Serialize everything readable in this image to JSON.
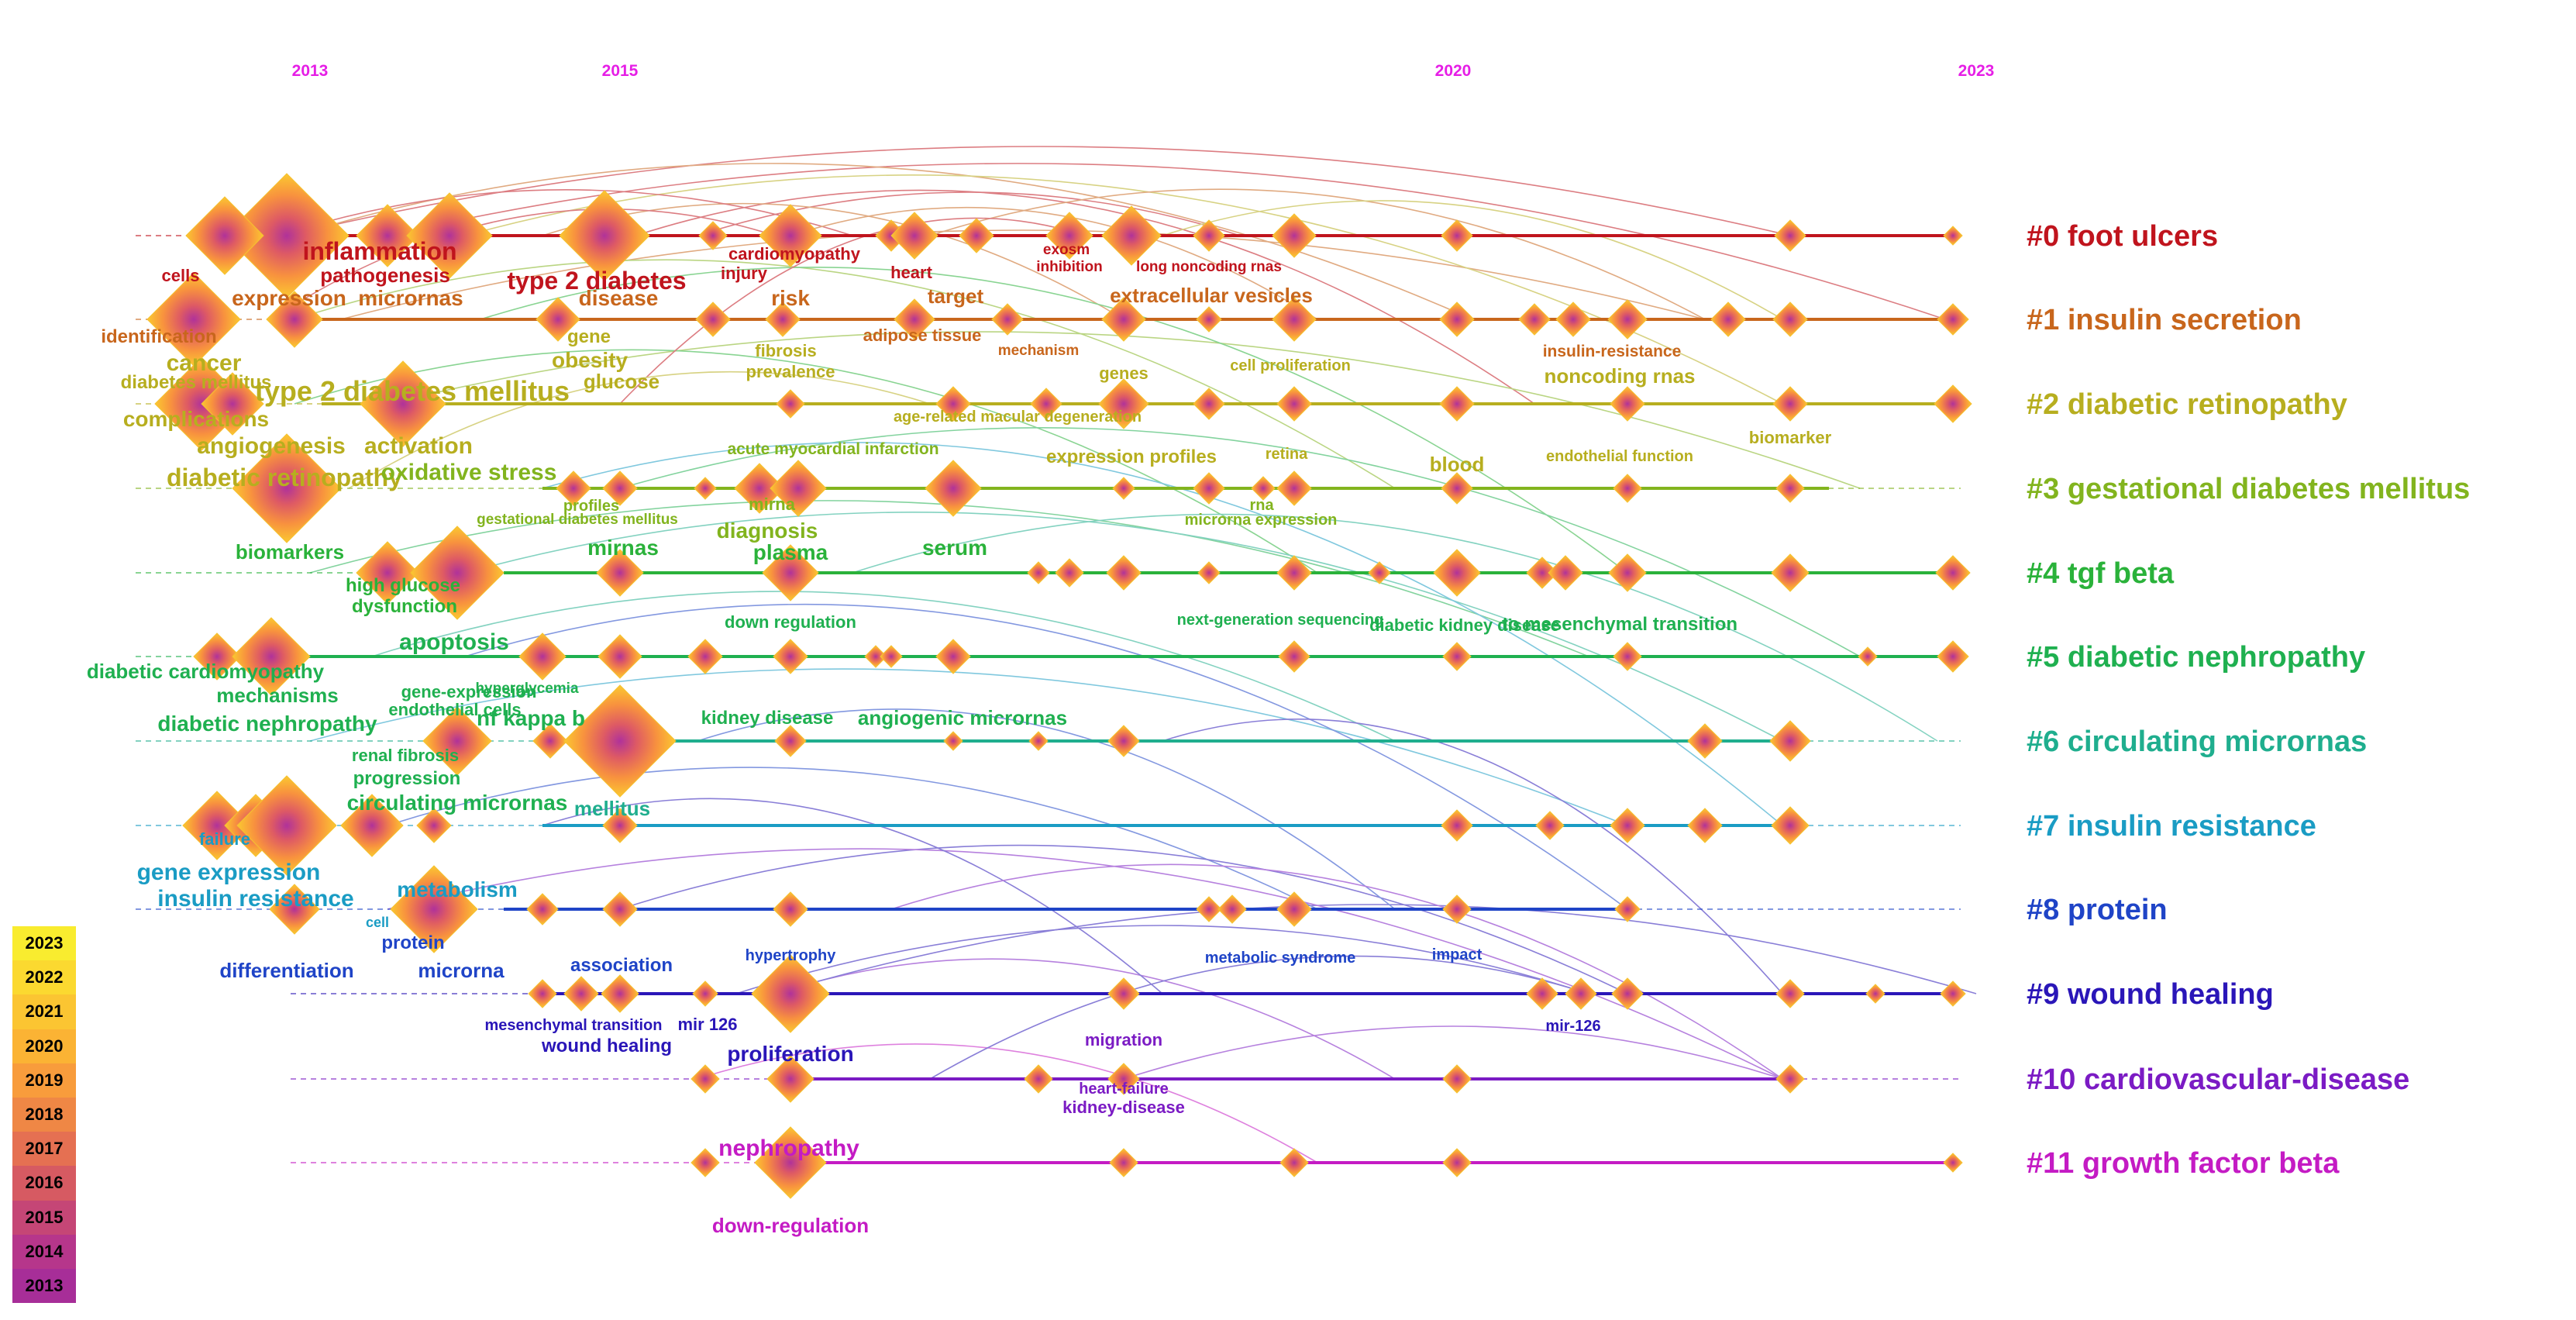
{
  "years_axis": [
    "2013",
    "2015",
    "2020",
    "2023"
  ],
  "clusters": [
    {
      "label": "#0 foot ulcers",
      "color": "#c0141d"
    },
    {
      "label": "#1 insulin secretion",
      "color": "#c8661c"
    },
    {
      "label": "#2 diabetic retinopathy",
      "color": "#b7ae1f"
    },
    {
      "label": "#3 gestational diabetes mellitus",
      "color": "#82b41e"
    },
    {
      "label": "#4 tgf beta",
      "color": "#2ab23a"
    },
    {
      "label": "#5 diabetic nephropathy",
      "color": "#1fb050"
    },
    {
      "label": "#6 circulating micrornas",
      "color": "#1fae8e"
    },
    {
      "label": "#7 insulin resistance",
      "color": "#1a9cc4"
    },
    {
      "label": "#8 protein",
      "color": "#1f44c7"
    },
    {
      "label": "#9 wound healing",
      "color": "#2a16b8"
    },
    {
      "label": "#10 cardiovascular-disease",
      "color": "#7b1bc4"
    },
    {
      "label": "#11 growth factor beta",
      "color": "#c41bc4"
    }
  ],
  "keywords": [
    "cells",
    "inflammation",
    "pathogenesis",
    "injury",
    "cardiomyopathy",
    "heart",
    "exosm",
    "inhibition",
    "long noncoding rnas",
    "expression",
    "micrornas",
    "type 2 diabetes",
    "disease",
    "risk",
    "target",
    "extracellular vesicles",
    "identification",
    "gene",
    "adipose tissue",
    "mechanism",
    "insulin-resistance",
    "obesity",
    "fibrosis",
    "cell proliferation",
    "cancer",
    "diabetes mellitus",
    "glucose",
    "prevalence",
    "genes",
    "noncoding rnas",
    "type 2 diabetes mellitus",
    "complications",
    "age-related macular degeneration",
    "biomarker",
    "angiogenesis",
    "activation",
    "acute myocardial infarction",
    "expression profiles",
    "retina",
    "blood",
    "endothelial function",
    "diabetic retinopathy",
    "oxidative stress",
    "profiles",
    "mirna",
    "rna",
    "gestational diabetes mellitus",
    "microrna expression",
    "diagnosis",
    "biomarkers",
    "mirnas",
    "plasma",
    "serum",
    "high glucose",
    "dysfunction",
    "down regulation",
    "next-generation sequencing",
    "diabetic kidney disease",
    "to mesenchymal transition",
    "apoptosis",
    "diabetic cardiomyopathy",
    "hyperglycemia",
    "mechanisms",
    "gene-expression",
    "endothelial cells",
    "diabetic nephropathy",
    "nf kappa b",
    "kidney disease",
    "angiogenic micrornas",
    "renal fibrosis",
    "progression",
    "circulating micrornas",
    "mellitus",
    "failure",
    "gene expression",
    "insulin resistance",
    "metabolism",
    "cell",
    "protein",
    "differentiation",
    "microrna",
    "association",
    "hypertrophy",
    "metabolic syndrome",
    "impact",
    "mesenchymal transition",
    "mir 126",
    "mir-126",
    "wound healing",
    "proliferation",
    "migration",
    "heart-failure",
    "kidney-disease",
    "nephropathy",
    "down-regulation"
  ],
  "legend": [
    "2023",
    "2022",
    "2021",
    "2020",
    "2019",
    "2018",
    "2017",
    "2016",
    "2015",
    "2014",
    "2013"
  ],
  "legend_colors": [
    "#f9ec2f",
    "#fbd930",
    "#fbc532",
    "#fbb334",
    "#f89c3c",
    "#ef8745",
    "#e57052",
    "#d65a62",
    "#c54676",
    "#b6368b",
    "#a72e98"
  ]
}
